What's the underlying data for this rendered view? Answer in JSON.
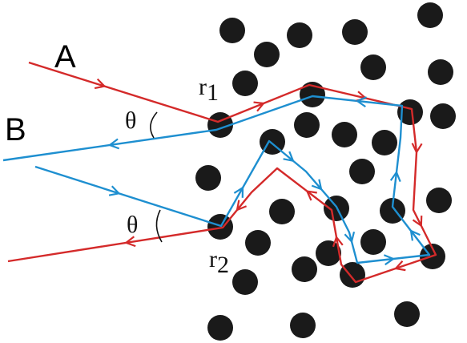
{
  "labels": {
    "path_a": "A",
    "path_b": "B",
    "angle_top": "θ",
    "angle_bottom": "θ",
    "scatterer_1": "r",
    "scatterer_1_sub": "1",
    "scatterer_2": "r",
    "scatterer_2_sub": "2"
  },
  "colors": {
    "path_a": "#d42a2a",
    "path_b": "#1e8fd0",
    "scatterer": "#1a1a1a",
    "ink": "#111111"
  }
}
